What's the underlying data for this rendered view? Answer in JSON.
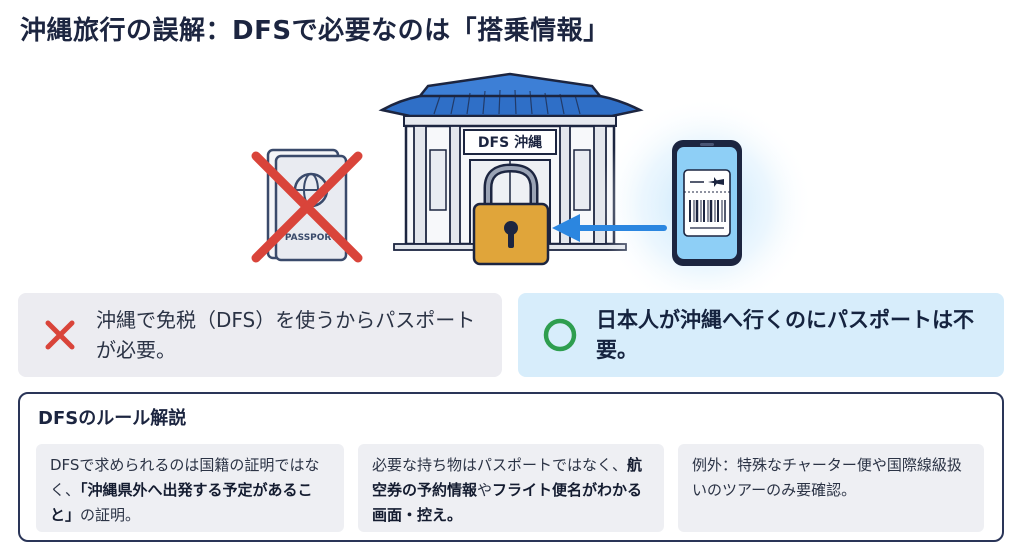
{
  "title": "沖縄旅行の誤解：DFSで必要なのは「搭乗情報」",
  "illustration": {
    "building_sign": "DFS 沖縄",
    "passport_label": "PASSPORT",
    "icons": [
      "cross-icon",
      "passport-icon",
      "dfs-building-icon",
      "padlock-icon",
      "arrow-left-icon",
      "smartphone-icon",
      "boarding-pass-icon",
      "airplane-icon",
      "barcode-icon"
    ]
  },
  "myth": {
    "icon": "cross-icon",
    "text": "沖縄で免税（DFS）を使うからパスポートが必要。"
  },
  "fact": {
    "icon": "circle-check-icon",
    "text": "日本人が沖縄へ行くのにパスポートは不要。"
  },
  "rules": {
    "heading": "DFSのルール解説",
    "items": [
      {
        "before": "DFSで求められるのは国籍の証明ではなく、",
        "bold1": "「沖縄県外へ出発する予定があること」",
        "middle": "の証明。",
        "bold2": "",
        "after": ""
      },
      {
        "before": "必要な持ち物はパスポートではなく、",
        "bold1": "航空券の予約情報",
        "middle": "や",
        "bold2": "フライト便名がわかる画面・控え。",
        "after": ""
      },
      {
        "before": "例外：特殊なチャーター便や国際線級扱いのツアーのみ要確認。",
        "bold1": "",
        "middle": "",
        "bold2": "",
        "after": ""
      }
    ]
  },
  "colors": {
    "title": "#1c2540",
    "myth_bg": "#ececf1",
    "fact_bg": "#d7edfb",
    "cross_red": "#d9443a",
    "check_green": "#2e9e4f",
    "roof_blue": "#2f6fc7",
    "lock_gold": "#e0a53a",
    "arrow_blue": "#2b86e0",
    "border_navy": "#2a3558"
  }
}
